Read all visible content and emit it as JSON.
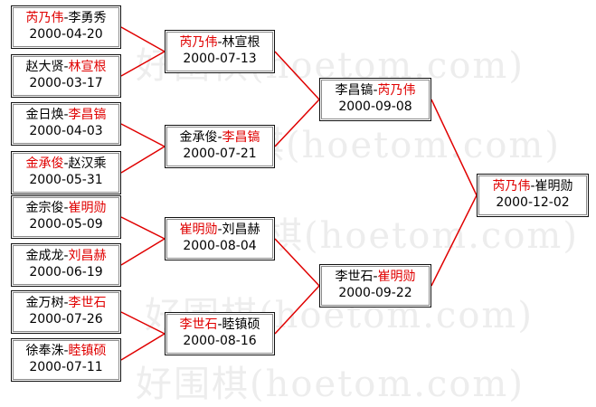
{
  "watermark_text": "好围棋(hoetom.com)",
  "colors": {
    "winner": "#e00000",
    "loser": "#000000",
    "line": "#e00000",
    "border": "#111111"
  },
  "rounds": [
    {
      "name": "round-1",
      "matches": [
        {
          "p1": "芮乃伟",
          "p2": "李勇秀",
          "winner": 1,
          "date": "2000-04-20"
        },
        {
          "p1": "赵大贤",
          "p2": "林宣根",
          "winner": 2,
          "date": "2000-03-17"
        },
        {
          "p1": "金日焕",
          "p2": "李昌镐",
          "winner": 2,
          "date": "2000-04-03"
        },
        {
          "p1": "金承俊",
          "p2": "赵汉乘",
          "winner": 1,
          "date": "2000-05-31"
        },
        {
          "p1": "金宗俊",
          "p2": "崔明勋",
          "winner": 2,
          "date": "2000-05-09"
        },
        {
          "p1": "金成龙",
          "p2": "刘昌赫",
          "winner": 2,
          "date": "2000-06-19"
        },
        {
          "p1": "金万树",
          "p2": "李世石",
          "winner": 2,
          "date": "2000-07-26"
        },
        {
          "p1": "徐奉洙",
          "p2": "睦镇硕",
          "winner": 2,
          "date": "2000-07-11"
        }
      ]
    },
    {
      "name": "round-2",
      "matches": [
        {
          "p1": "芮乃伟",
          "p2": "林宣根",
          "winner": 1,
          "date": "2000-07-13"
        },
        {
          "p1": "金承俊",
          "p2": "李昌镐",
          "winner": 2,
          "date": "2000-07-21"
        },
        {
          "p1": "崔明勋",
          "p2": "刘昌赫",
          "winner": 1,
          "date": "2000-08-04"
        },
        {
          "p1": "李世石",
          "p2": "睦镇硕",
          "winner": 1,
          "date": "2000-08-16"
        }
      ]
    },
    {
      "name": "round-3",
      "matches": [
        {
          "p1": "李昌镐",
          "p2": "芮乃伟",
          "winner": 2,
          "date": "2000-09-08"
        },
        {
          "p1": "李世石",
          "p2": "崔明勋",
          "winner": 2,
          "date": "2000-09-22"
        }
      ]
    },
    {
      "name": "final",
      "matches": [
        {
          "p1": "芮乃伟",
          "p2": "崔明勋",
          "winner": 1,
          "date": "2000-12-02"
        }
      ]
    }
  ]
}
